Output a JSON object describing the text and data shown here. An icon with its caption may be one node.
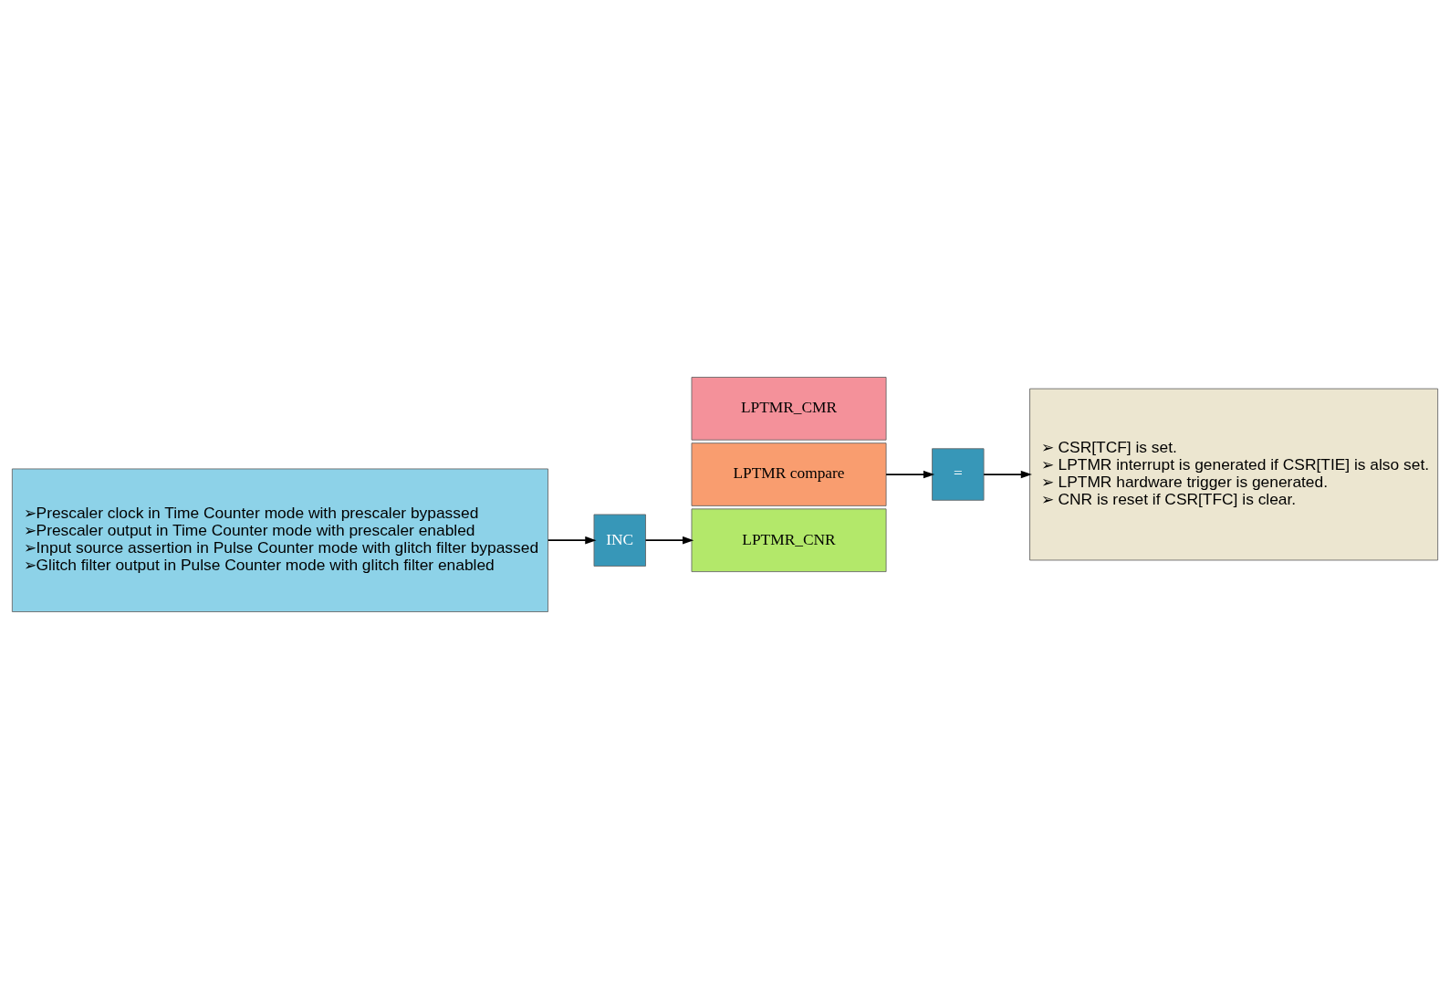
{
  "diagram": {
    "nodes": [
      {
        "text": [
          "LPTMR_CMR"
        ]
      },
      {
        "text": [
          "LPTMR compare"
        ]
      },
      {
        "text": [
          "LPTMR_CNR"
        ]
      },
      {
        "text": [
          "="
        ]
      },
      {
        "text": [
          "➢ CSR[TCF] is set.",
          "➢ LPTMR interrupt is generated if CSR[TIE] is also set.",
          "➢ LPTMR hardware trigger is generated.",
          "➢ CNR is reset if CSR[TFC] is clear."
        ]
      },
      {
        "text": [
          "INC"
        ]
      },
      {
        "text": [
          "➢Prescaler clock in Time Counter mode with prescaler bypassed",
          "➢Prescaler output in Time Counter mode with prescaler enabled",
          "➢Input source assertion in Pulse Counter mode with glitch filter bypassed",
          "➢Glitch filter output in Pulse Counter mode with glitch filter enabled"
        ]
      }
    ],
    "edges": [
      {
        "from": 1,
        "to": 3,
        "arrow": "to"
      },
      {
        "from": 3,
        "to": 4,
        "arrow": "to"
      },
      {
        "from": 6,
        "to": 5,
        "arrow": "to"
      },
      {
        "from": 5,
        "to": 2,
        "arrow": "to"
      }
    ]
  }
}
